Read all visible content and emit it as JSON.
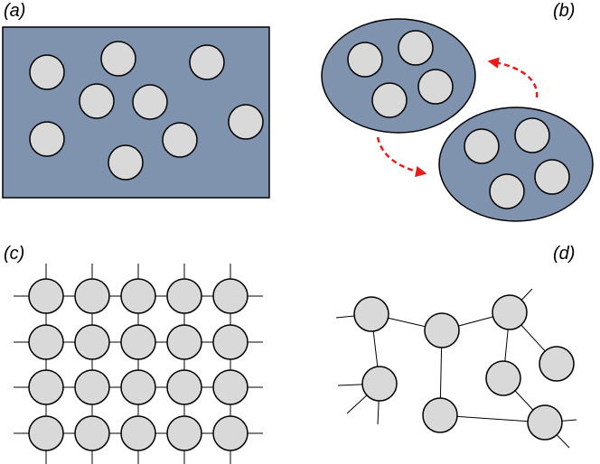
{
  "panels": {
    "a": {
      "label": "(a)"
    },
    "b": {
      "label": "(b)"
    },
    "c": {
      "label": "(c)"
    },
    "d": {
      "label": "(d)"
    }
  },
  "colors": {
    "matrix_fill": "#7f92ae",
    "particle_fill": "#d9d9d9",
    "outline": "#000000",
    "arrow": "#e81c1c"
  }
}
